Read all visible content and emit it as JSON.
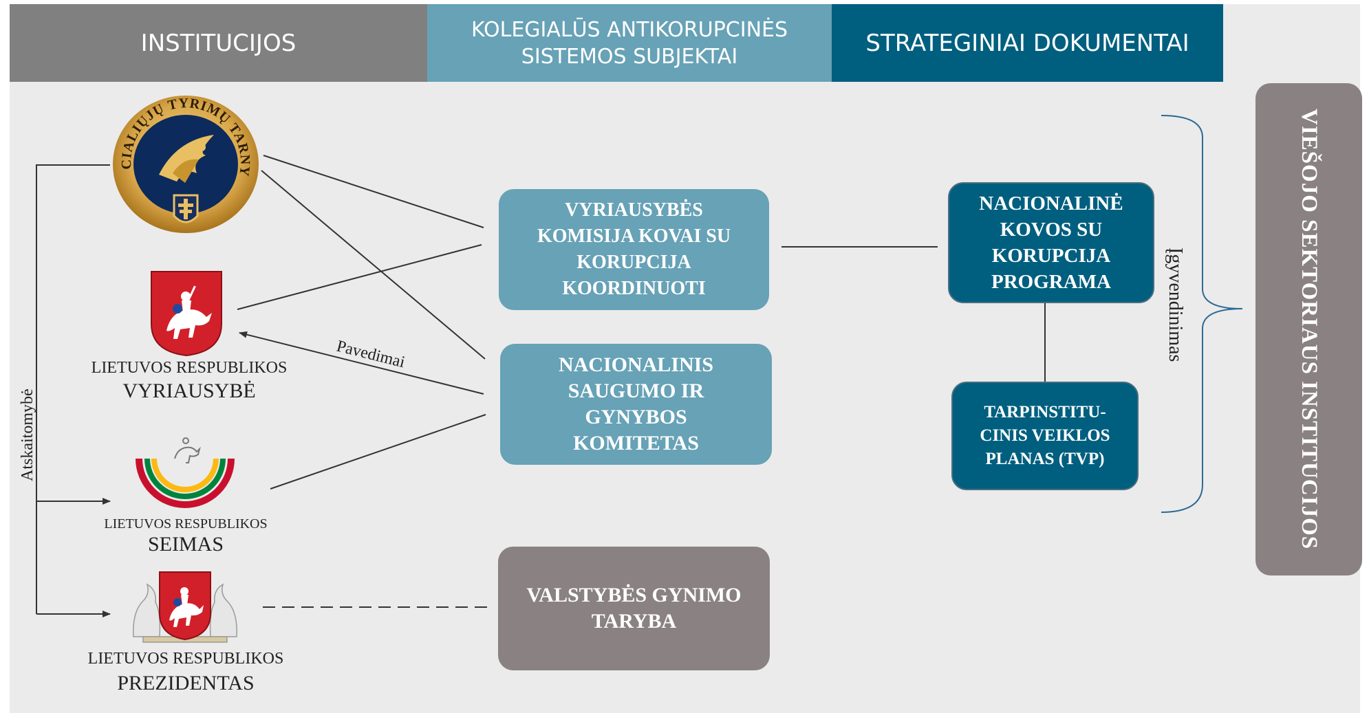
{
  "headers": {
    "institutions": "INSTITUCIJOS",
    "collegial_line1": "KOLEGIALŪS ANTIKORUPCINĖS",
    "collegial_line2": "SISTEMOS SUBJEKTAI",
    "strategic": "STRATEGINIAI DOKUMENTAI"
  },
  "institutions": {
    "stt_seal_text": "SPECIALIŲJŲ TYRIMŲ TARNYBA",
    "government_line1": "LIETUVOS RESPUBLIKOS",
    "government_line2": "VYRIAUSYBĖ",
    "seimas_line1": "LIETUVOS RESPUBLIKOS",
    "seimas_line2": "SEIMAS",
    "president_line1": "LIETUVOS RESPUBLIKOS",
    "president_line2": "PREZIDENTAS"
  },
  "collegial": {
    "commission_lines": [
      "VYRIAUSYBĖS",
      "KOMISIJA KOVAI SU",
      "KORUPCIJA",
      "KOORDINUOTI"
    ],
    "committee_lines": [
      "NACIONALINIS",
      "SAUGUMO IR",
      "GYNYBOS",
      "KOMITETAS"
    ],
    "defence_council_lines": [
      "VALSTYBĖS GYNIMO",
      "TARYBA"
    ]
  },
  "strategic": {
    "programme_lines": [
      "NACIONALINĖ",
      "KOVOS SU",
      "KORUPCIJA",
      "PROGRAMA"
    ],
    "plan_lines": [
      "TARPINSTITU-",
      "CINIS VEIKLOS",
      "PLANAS (TVP)"
    ]
  },
  "connector_labels": {
    "assignments": "Pavedimai",
    "accountability": "Atskaitomybė",
    "implementation": "Įgyvendinimas"
  },
  "public_sector": "VIEŠOJO SEKTORIAUS INSTITUCIJOS",
  "colors": {
    "header_grey": "#808080",
    "header_light_blue": "#67a2b6",
    "header_dark_blue": "#005f7f",
    "box_grey": "#8a8282",
    "background": "#ebebeb"
  }
}
